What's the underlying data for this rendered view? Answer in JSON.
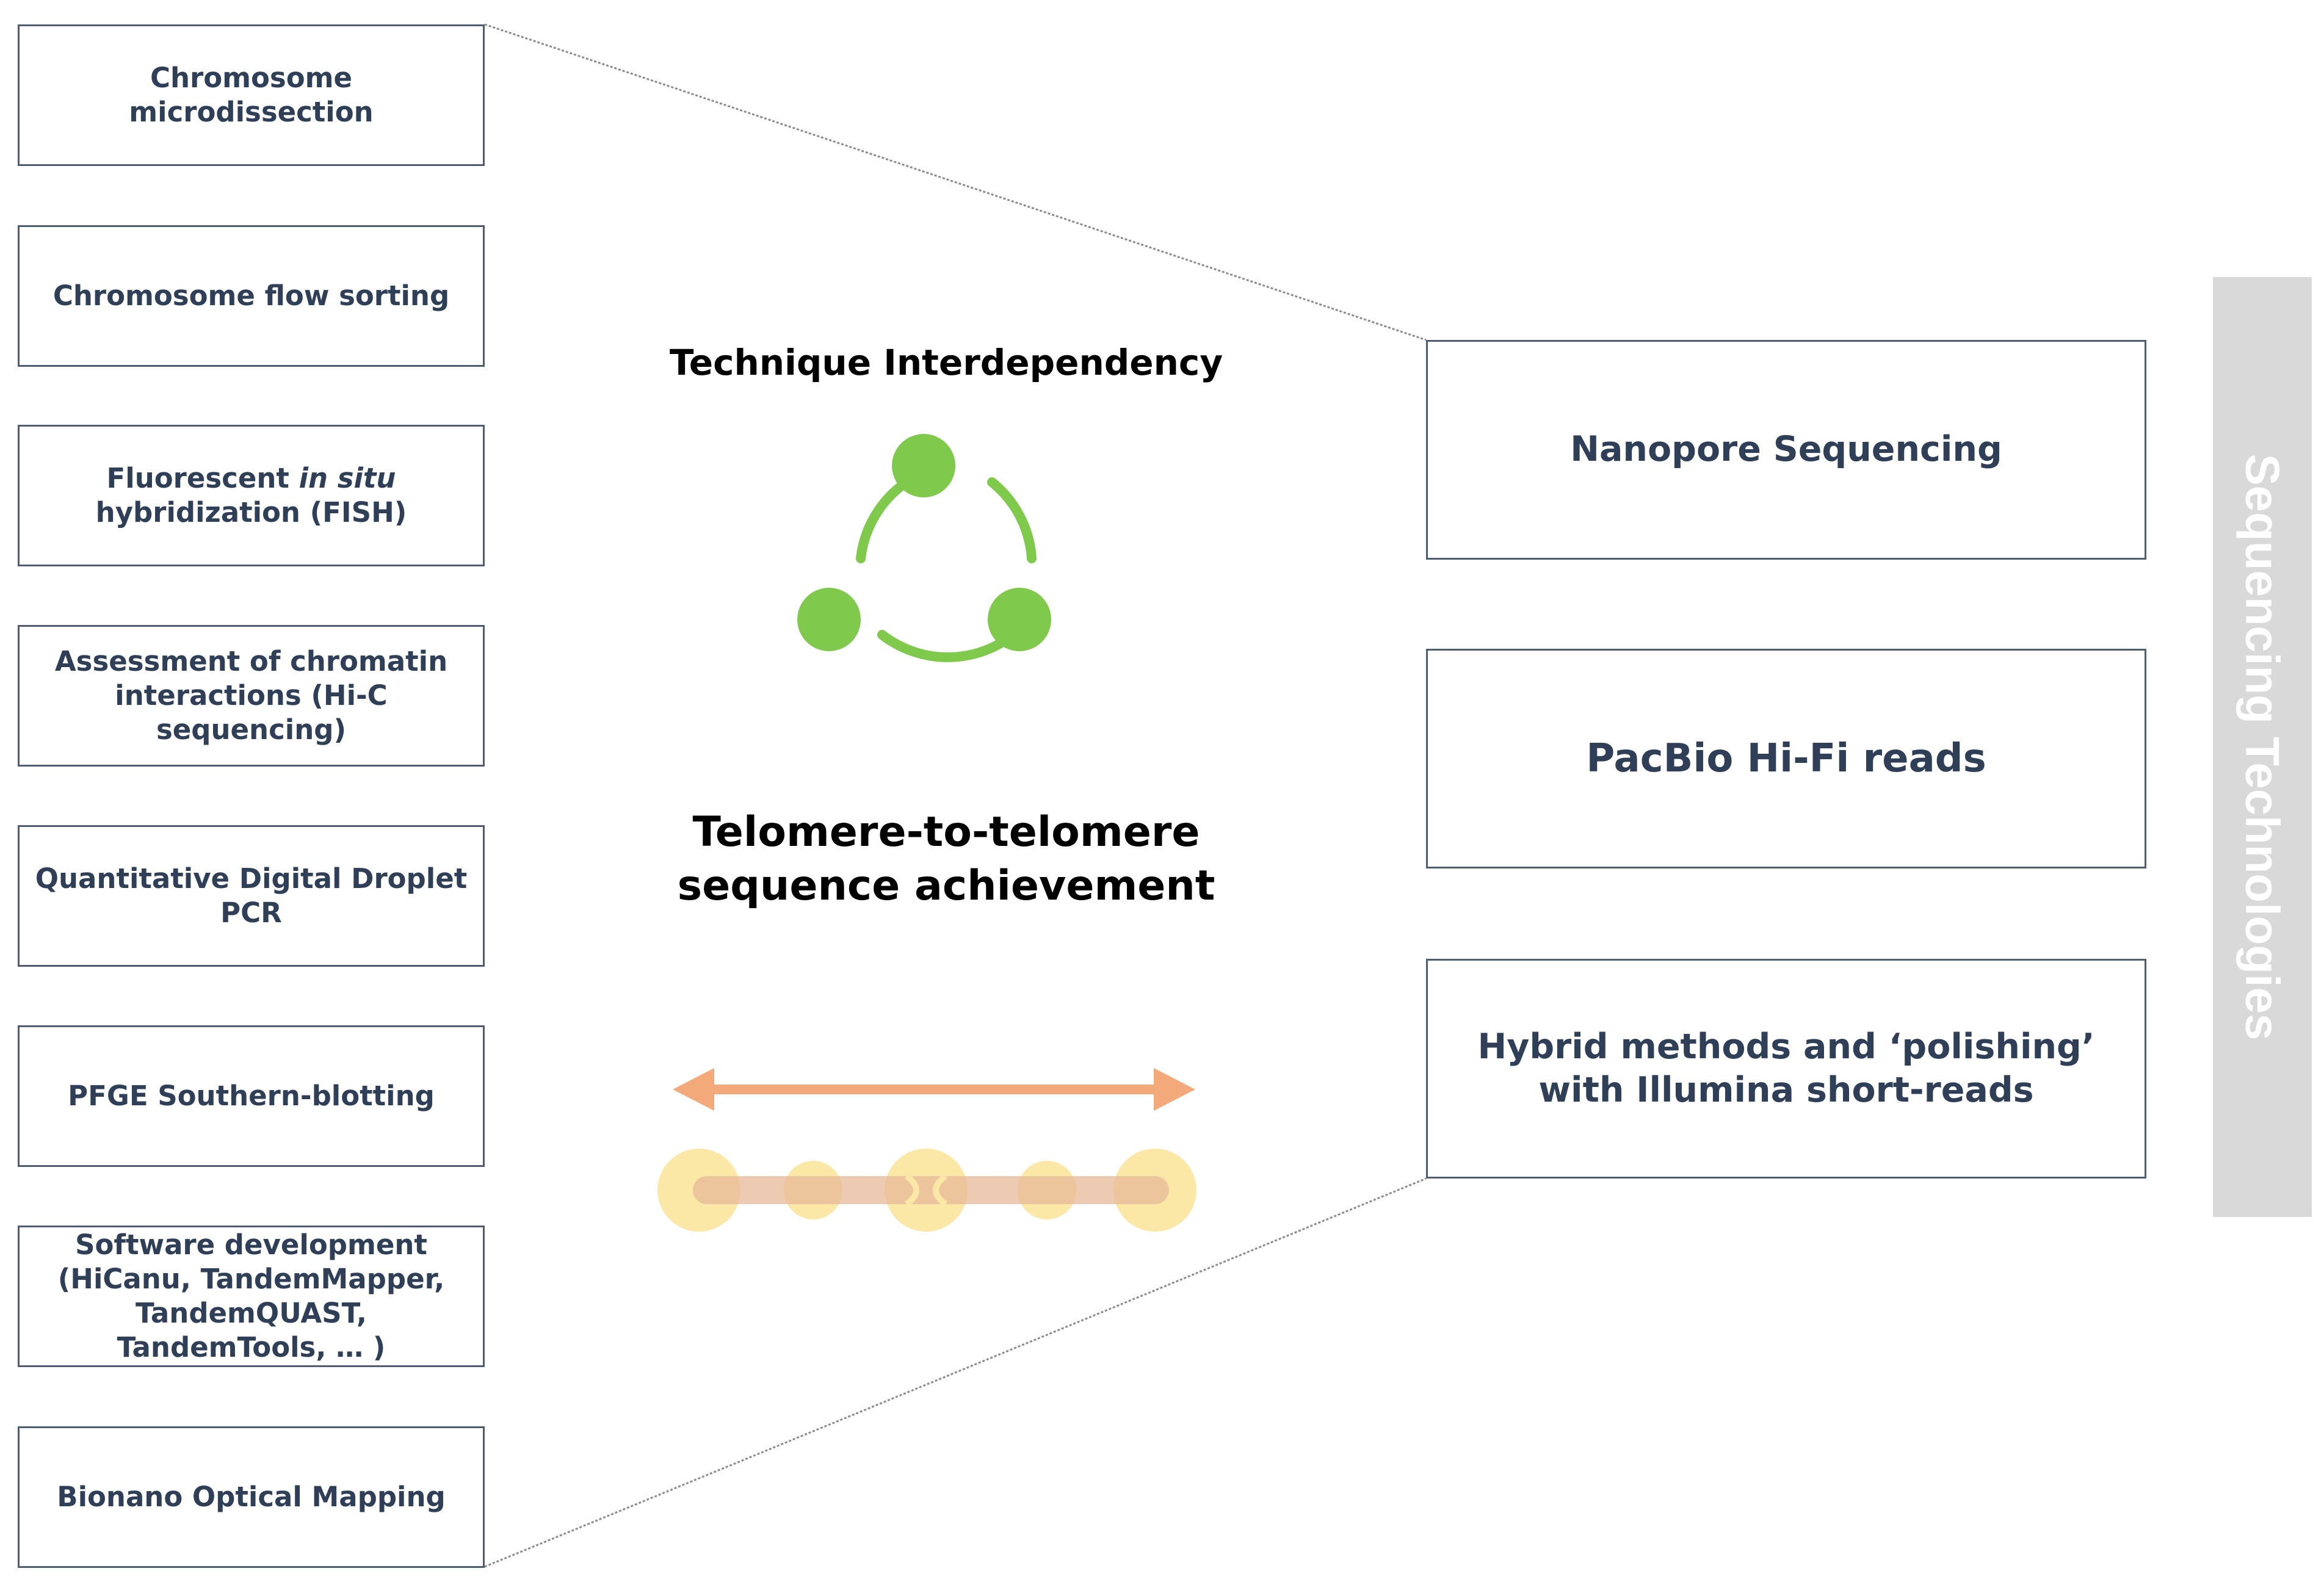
{
  "left_boxes": [
    {
      "label": "Chromosome microdissection"
    },
    {
      "label": "Chromosome flow sorting"
    },
    {
      "label_pre": "Fluorescent ",
      "label_italic": "in situ",
      "label_post": " hybridization (FISH)"
    },
    {
      "label": "Assessment of chromatin interactions (Hi-C sequencing)"
    },
    {
      "label": "Quantitative Digital Droplet PCR"
    },
    {
      "label": "PFGE Southern-blotting"
    },
    {
      "label": "Software development (HiCanu, TandemMapper, TandemQUAST, TandemTools, … )"
    },
    {
      "label": "Bionano Optical Mapping"
    }
  ],
  "center": {
    "interdependency_title": "Technique Interdependency",
    "t2t_title": "Telomere-to-telomere sequence achievement"
  },
  "right_boxes": [
    {
      "label": "Nanopore Sequencing"
    },
    {
      "label": "PacBio Hi-Fi reads"
    },
    {
      "label": "Hybrid methods and ‘polishing’ with Illumina short-reads"
    }
  ],
  "side_banner": {
    "label": "Sequencing Technologies",
    "background_color": "#d9d9d9"
  },
  "icons": {
    "interdependency": "share-network-icon",
    "arrow": "double-headed-arrow-icon",
    "chromosome": "chromosome-icon"
  },
  "colors": {
    "box_border": "#4e5d71",
    "box_text": "#2f3f57",
    "network_green": "#7fc94c",
    "arrow_orange": "#f4a97a",
    "chromosome_yellow": "#fbe7a6",
    "chromosome_tan": "#e7b99a"
  }
}
